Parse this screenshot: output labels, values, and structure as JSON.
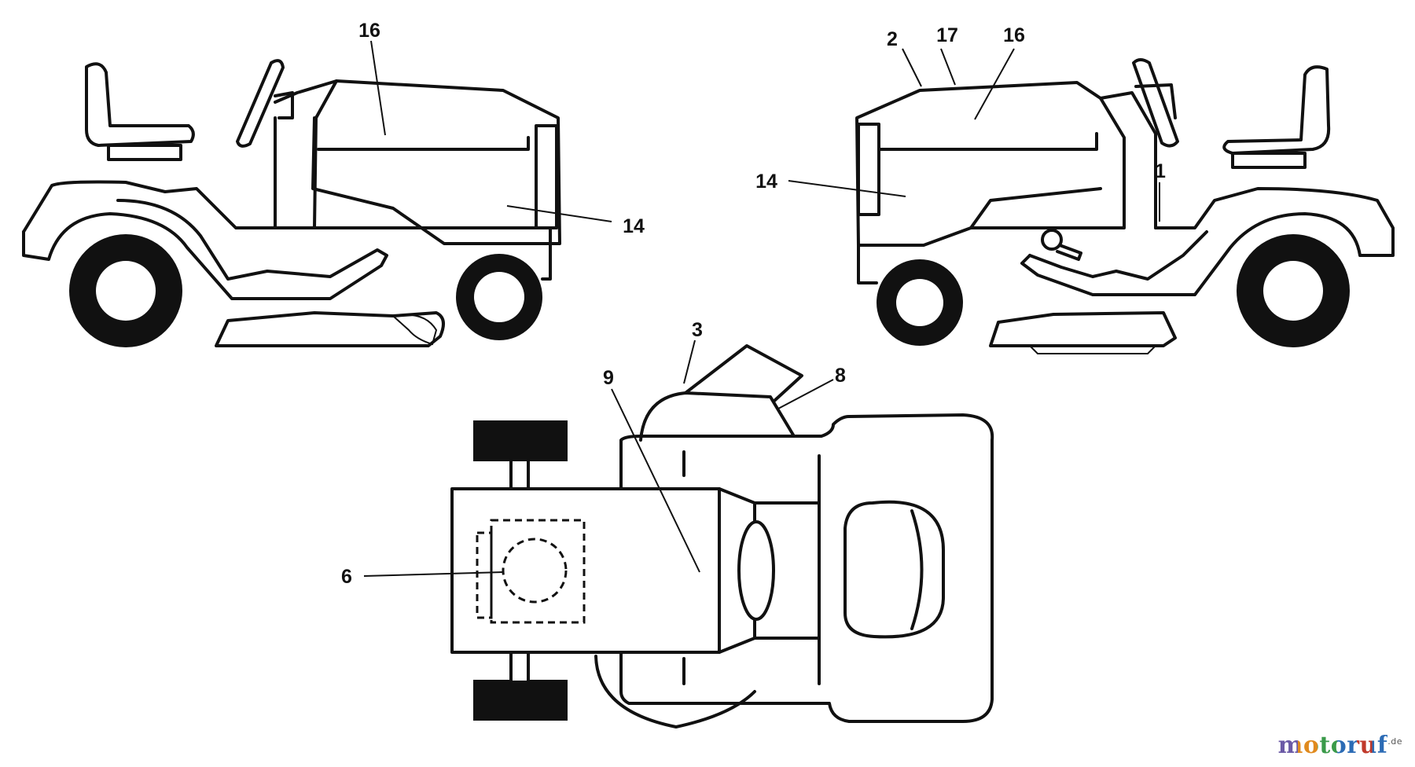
{
  "callouts": {
    "left_view": {
      "c16": "16",
      "c14": "14"
    },
    "right_view": {
      "c2": "2",
      "c17": "17",
      "c16": "16",
      "c14": "14",
      "c1": "1"
    },
    "top_view": {
      "c3": "3",
      "c9": "9",
      "c8": "8",
      "c6": "6"
    }
  },
  "watermark": {
    "text_main": "motoruf",
    "text_suffix": ".de"
  },
  "colors": {
    "line": "#111111",
    "background": "#ffffff",
    "watermark_m": "#6b5aa6",
    "watermark_o": "#e08a1e",
    "watermark_t": "#3a9a4a",
    "watermark_r": "#2b6bb5"
  }
}
